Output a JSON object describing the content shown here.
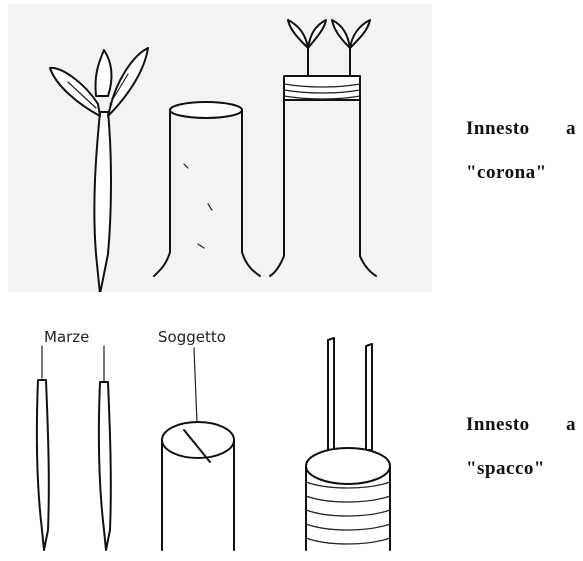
{
  "top_caption": {
    "line1": "Innesto a",
    "line2": "\"corona\""
  },
  "bottom_caption": {
    "line1": "Innesto a",
    "line2": "\"spacco\""
  },
  "labels": {
    "scions": "Marze",
    "rootstock": "Soggetto"
  }
}
